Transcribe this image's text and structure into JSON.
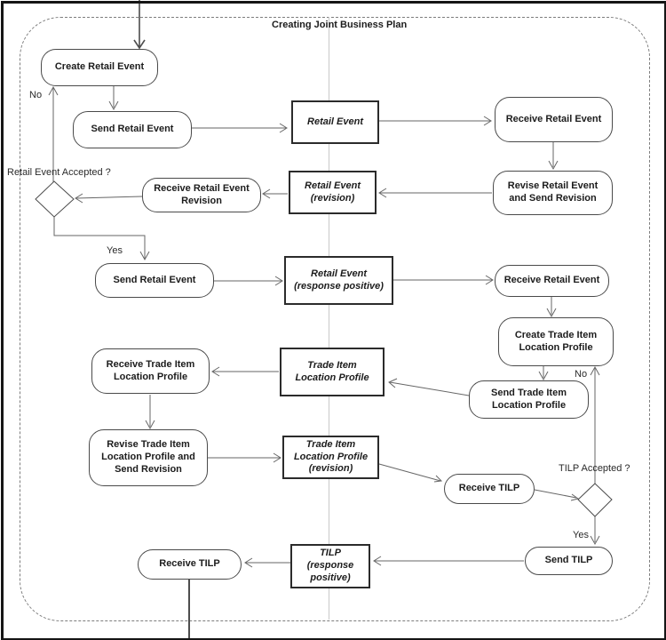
{
  "diagram": {
    "title": "Creating Joint Business Plan",
    "type": "business-process-flow"
  },
  "nodes": {
    "create_retail_event": "Create Retail Event",
    "send_retail_event_1": "Send Retail Event",
    "retail_event": "Retail Event",
    "receive_retail_event_1": "Receive Retail Event",
    "revise_retail_event": "Revise Retail Event and Send Revision",
    "retail_event_revision": "Retail Event (revision)",
    "receive_retail_event_revision": "Receive Retail Event Revision",
    "send_retail_event_2": "Send Retail Event",
    "retail_event_response_positive": "Retail Event (response positive)",
    "receive_retail_event_2": "Receive Retail Event",
    "create_tilp": "Create Trade Item Location Profile",
    "send_tilp_profile": "Send Trade Item Location Profile",
    "tilp": "Trade Item Location Profile",
    "receive_tilp_profile": "Receive Trade Item Location Profile",
    "revise_tilp": "Revise Trade Item Location Profile and Send Revision",
    "tilp_revision": "Trade Item Location Profile (revision)",
    "receive_tilp_1": "Receive TILP",
    "send_tilp": "Send TILP",
    "tilp_response_positive": "TILP (response positive)",
    "receive_tilp_2": "Receive TILP"
  },
  "labels": {
    "retail_event_accepted": "Retail Event Accepted ?",
    "no_1": "No",
    "yes_1": "Yes",
    "tilp_accepted": "TILP Accepted ?",
    "no_2": "No",
    "yes_2": "Yes"
  },
  "colors": {
    "connector_line": "#666666",
    "entry_exit_line": "#4d4d4d",
    "activity_border": "#4a4a4a",
    "object_border": "#2b2b2b",
    "swimlane_line": "#c9c9c9",
    "frame_border": "#151515",
    "dashed_border": "#7d7d7d",
    "background": "#ffffff"
  }
}
